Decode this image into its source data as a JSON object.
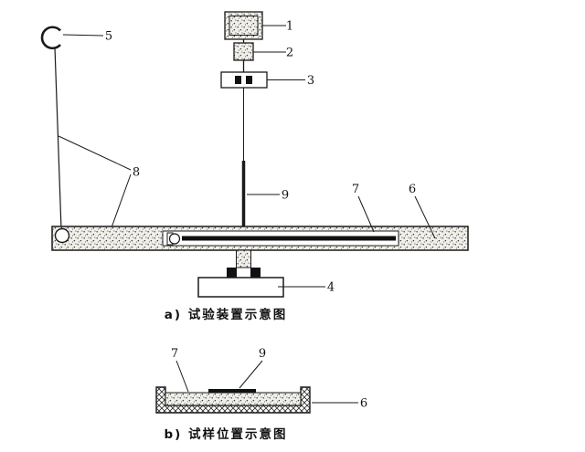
{
  "figure": {
    "background": "#ffffff",
    "ink": "#1a1a1a",
    "fill_black": "#111111"
  },
  "apparatus": {
    "caption": "a)  试验装置示意图",
    "labels": {
      "part1": "1",
      "part2": "2",
      "part3": "3",
      "part4": "4",
      "part5": "5",
      "part6": "6",
      "part7": "7",
      "part8": "8",
      "part9": "9"
    }
  },
  "sample_position": {
    "caption": "b)  试样位置示意图",
    "labels": {
      "part6": "6",
      "part7": "7",
      "part9": "9"
    }
  }
}
